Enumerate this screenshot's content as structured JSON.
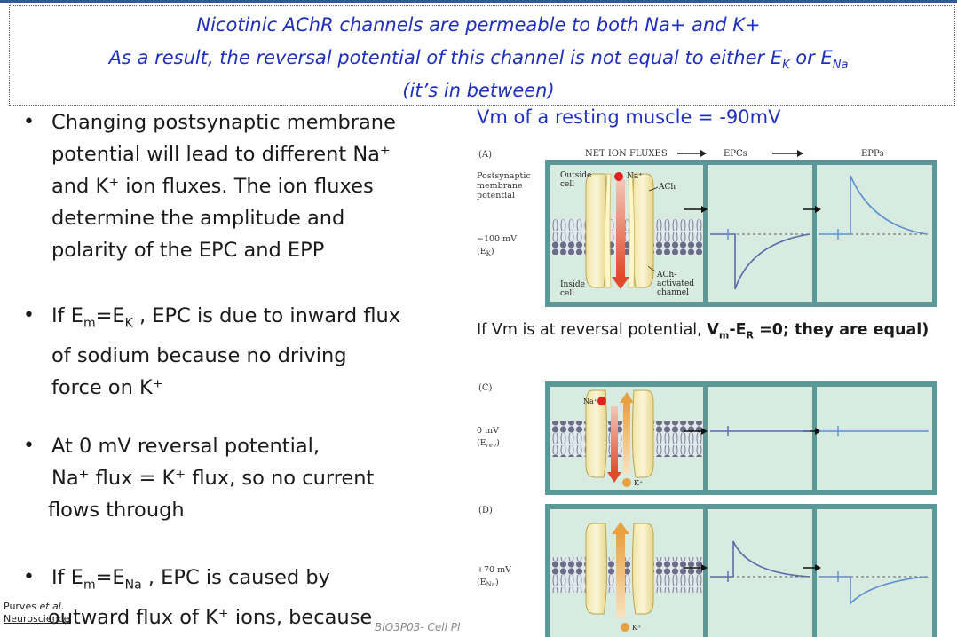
{
  "header": {
    "line1": "Nicotinic AChR channels are permeable to both Na+ and K+",
    "line2_prefix": "As a result, the reversal potential of this channel is not equal to either E",
    "line2_sub1": "K",
    "line2_mid": " or E",
    "line2_sub2": "Na",
    "line3": "(it’s in between)"
  },
  "bullets": [
    {
      "lines": [
        "Changing postsynaptic membrane",
        "potential will lead to different Na⁺",
        "and K⁺ ion fluxes.  The ion fluxes",
        "determine the amplitude and",
        "polarity of the EPC and EPP"
      ]
    },
    {
      "pre": "If E",
      "sub1": "m",
      "mid": "=E",
      "sub2": "K",
      "post": " , EPC is due to inward flux",
      "lines": [
        "of sodium because no driving",
        "force on K⁺"
      ]
    },
    {
      "lines": [
        "At 0 mV reversal potential,",
        "Na⁺ flux = K⁺ flux, so no current",
        "flows through"
      ]
    },
    {
      "pre": "If E",
      "sub1": "m",
      "mid": "=E",
      "sub2": "Na",
      "post": " , EPC is caused by",
      "lines": [
        "outward flux of  K⁺ ions, because"
      ]
    }
  ],
  "credit": {
    "author": "Purves ",
    "etal": "et al.",
    "book": "Neuroscience"
  },
  "footer_course": "BIO3P03- Cell Pl",
  "right": {
    "vm_rest": "Vm of a resting muscle = -90mV",
    "rev_prefix": "If Vm is at reversal potential, ",
    "rev_b1": "V",
    "rev_sub1": "m",
    "rev_b2": "-E",
    "rev_sub2": "R",
    "rev_b3": " =0; they are equal)"
  },
  "figure": {
    "panel_a": "(A)",
    "panel_c": "(C)",
    "panel_d": "(D)",
    "col_net": "NET ION FLUXES",
    "col_epc": "EPCs",
    "col_epp": "EPPs",
    "post_label_1": "Postsynaptic",
    "post_label_2": "membrane",
    "post_label_3": "potential",
    "v_a": "−100 mV",
    "e_a": "(E",
    "e_a_sub": "K",
    "v_c": "0 mV",
    "e_c": "(E",
    "e_c_sub": "rev",
    "v_d": "+70 mV",
    "e_d": "(E",
    "e_d_sub": "Na",
    "outside_1": "Outside",
    "outside_2": "cell",
    "inside_1": "Inside",
    "inside_2": "cell",
    "na": "Na⁺",
    "k": "K⁺",
    "ach": "ACh",
    "ach_ch_1": "ACh-",
    "ach_ch_2": "activated",
    "ach_ch_3": "channel"
  },
  "colors": {
    "header_blue": "#1f2fc0",
    "panel_frame": "#5d9898",
    "panel_fill": "#d8ebe1",
    "trace": "#5b8fcf",
    "na_red": "#e02020",
    "k_orange": "#e89020"
  }
}
